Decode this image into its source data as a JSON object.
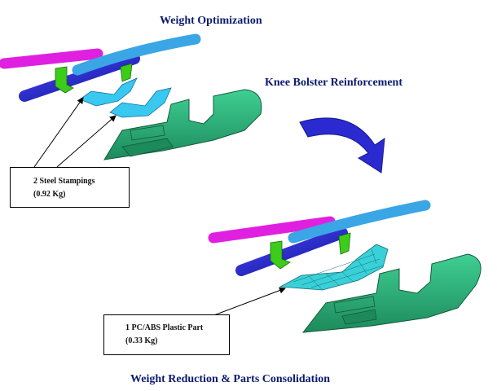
{
  "titles": {
    "top": "Weight Optimization",
    "middle": "Knee Bolster Reinforcement",
    "bottom": "Weight Reduction & Parts Consolidation"
  },
  "callouts": {
    "steel": {
      "line1": "2 Steel Stampings",
      "line2": "(0.92 Kg)"
    },
    "plastic": {
      "line1": "1 PC/ABS Plastic Part",
      "line2": "(0.33 Kg)"
    }
  },
  "colors": {
    "title_text": "#0b1a6e",
    "magenta_bar": "#e020e0",
    "light_blue_tube": "#3aa6e6",
    "dark_blue_tube": "#2222cc",
    "bracket_green": "#3ccc1a",
    "bolster_teal": "#2bb07a",
    "steel_stamping_cyan": "#38c8f0",
    "plastic_part_mesh": "#3ad0d8",
    "arrow_blue": "#2a2ad0"
  }
}
